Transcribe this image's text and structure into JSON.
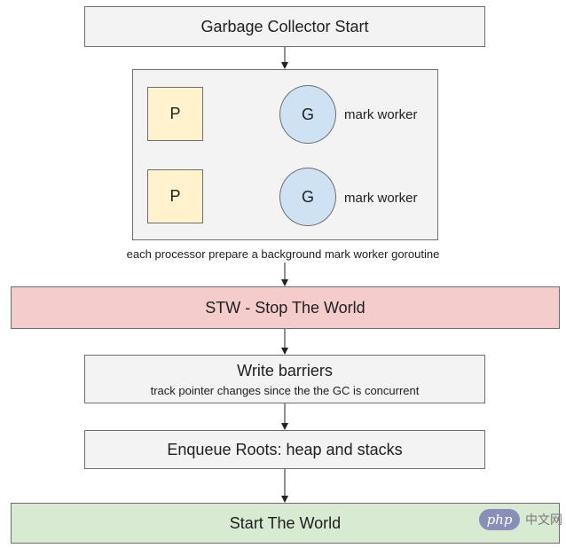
{
  "gc_start": "Garbage Collector Start",
  "processors": [
    {
      "p_label": "P",
      "g_label": "G",
      "worker_label": "mark worker"
    },
    {
      "p_label": "P",
      "g_label": "G",
      "worker_label": "mark worker"
    }
  ],
  "processor_caption": "each processor prepare a background mark worker goroutine",
  "stw": "STW - Stop The World",
  "write_barriers": {
    "title": "Write barriers",
    "subtitle": "track pointer changes since the the GC is concurrent"
  },
  "enqueue_roots": "Enqueue Roots: heap and stacks",
  "start_world": "Start The World",
  "watermark": {
    "logo_text": "php",
    "site_text": "中文网"
  },
  "colors": {
    "processor_fill": "#fff2cc",
    "goroutine_fill": "#cfe2f3",
    "stw_fill": "#f4cccc",
    "start_world_fill": "#d9ead3",
    "step_fill": "#f3f3f3"
  }
}
